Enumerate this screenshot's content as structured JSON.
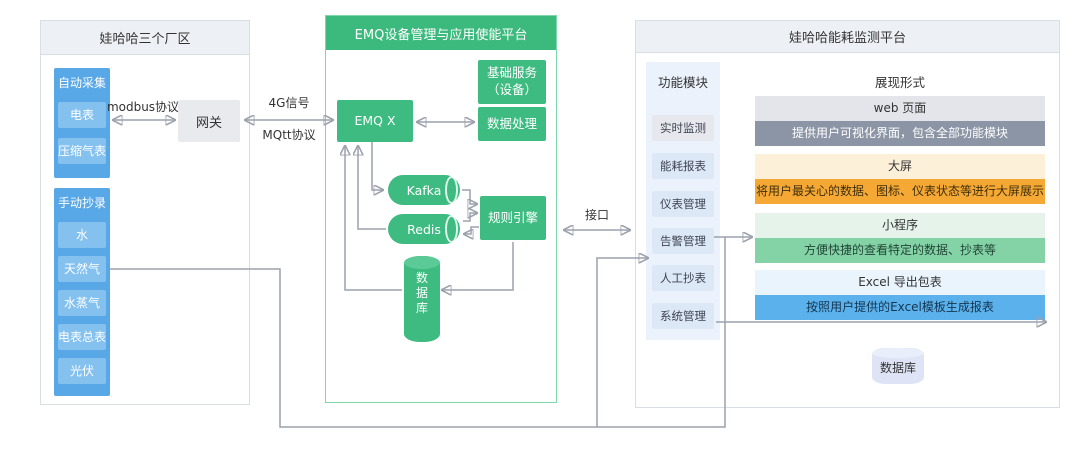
{
  "left_panel": {
    "title": "娃哈哈三个厂区",
    "auto_group": {
      "title": "自动采集",
      "items": [
        "电表",
        "压缩气表"
      ]
    },
    "manual_group": {
      "title": "手动抄录",
      "items": [
        "水",
        "天然气",
        "水蒸气",
        "电表总表",
        "光伏"
      ]
    }
  },
  "gateway": {
    "label": "网关"
  },
  "link_labels": {
    "modbus": "modbus协议",
    "signal": "4G信号",
    "mqtt": "MQtt协议",
    "interface": "接口"
  },
  "emq_panel": {
    "title": "EMQ设备管理与应用使能平台",
    "emqx": "EMQ X",
    "base_service_line1": "基础服务",
    "base_service_line2": "（设备）",
    "data_processing": "数据处理",
    "kafka": "Kafka",
    "redis": "Redis",
    "rule_engine": "规则引擎",
    "database": "数据库"
  },
  "right_panel": {
    "title": "娃哈哈能耗监测平台",
    "modules_title": "功能模块",
    "modules": [
      "实时监测",
      "能耗报表",
      "仪表管理",
      "告警管理",
      "人工抄表",
      "系统管理"
    ],
    "display_title": "展现形式",
    "displays": [
      {
        "name": "web 页面",
        "desc": "提供用户可视化界面，包含全部功能模块",
        "theme": "gray"
      },
      {
        "name": "大屏",
        "desc": "将用户最关心的数据、图标、仪表状态等进行大屏展示",
        "theme": "orange"
      },
      {
        "name": "小程序",
        "desc": "方便快捷的查看特定的数据、抄表等",
        "theme": "green"
      },
      {
        "name": "Excel 导出包表",
        "desc": "按照用户提供的Excel模板生成报表",
        "theme": "blue"
      }
    ],
    "database": "数据库"
  },
  "palette": {
    "blue": "#58a8e8",
    "blue_light": "#84c1ef",
    "green": "#3ebb81",
    "green_border": "#7fd8aa",
    "panel_header": "#edf0f5",
    "wire_gray": "#9ca1ab",
    "row_gray": "#e3e5ea",
    "row_gray_dark": "#8b95a5",
    "row_orange": "#fcf0d8",
    "row_orange_dark": "#f6a834",
    "row_green": "#e6f3eb",
    "row_green_dark": "#84d3a7",
    "row_blue": "#e9f4fd",
    "row_blue_dark": "#5bb1ec",
    "module_bg": "#ebf2fc",
    "module_item": "#dde8f7",
    "module_item_gray": "#e6e8ed",
    "db_small": "#dee4f6"
  }
}
